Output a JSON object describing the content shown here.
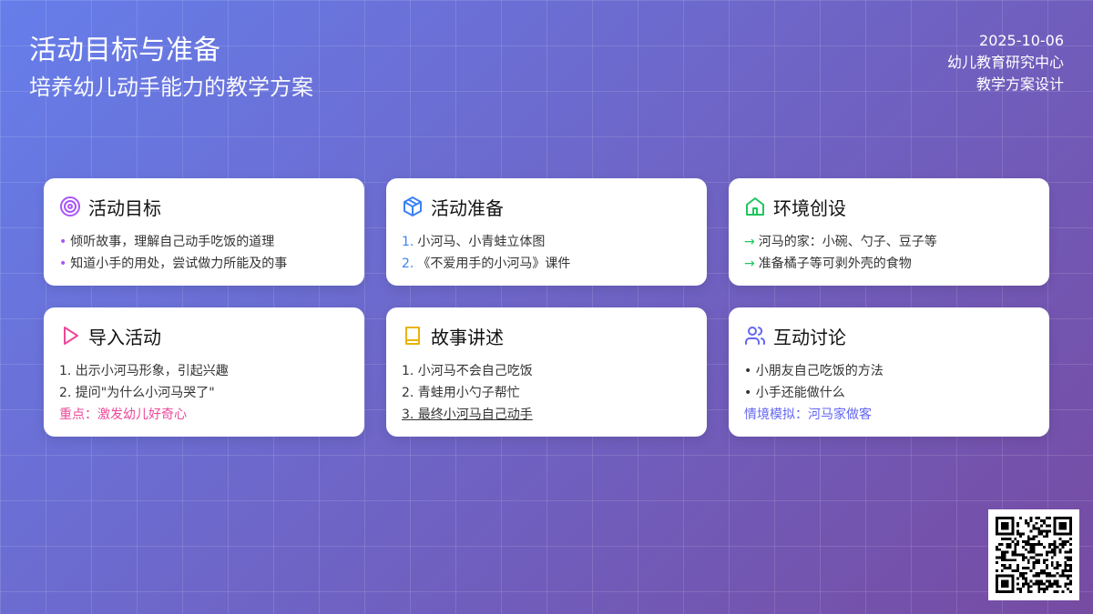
{
  "header": {
    "title": "活动目标与准备",
    "subtitle": "培养幼儿动手能力的教学方案",
    "date": "2025-10-06",
    "org": "幼儿教育研究中心",
    "type": "教学方案设计"
  },
  "colors": {
    "purple": "#a855f7",
    "blue": "#3b82f6",
    "green": "#22c55e",
    "pink": "#ec4899",
    "yellow": "#eab308",
    "indigo": "#6366f1"
  },
  "cards": [
    {
      "title": "活动目标",
      "icon": "target-icon",
      "items": [
        {
          "marker": "•",
          "text": "倾听故事，理解自己动手吃饭的道理"
        },
        {
          "marker": "•",
          "text": "知道小手的用处，尝试做力所能及的事"
        }
      ]
    },
    {
      "title": "活动准备",
      "icon": "box-icon",
      "items": [
        {
          "marker": "1.",
          "text": "小河马、小青蛙立体图"
        },
        {
          "marker": "2.",
          "text": "《不爱用手的小河马》课件"
        }
      ]
    },
    {
      "title": "环境创设",
      "icon": "home-icon",
      "items": [
        {
          "marker": "→",
          "text": "河马的家：小碗、勺子、豆子等"
        },
        {
          "marker": "→",
          "text": "准备橘子等可剥外壳的食物"
        }
      ]
    },
    {
      "title": "导入活动",
      "icon": "play-icon",
      "items": [
        {
          "text": "1. 出示小河马形象，引起兴趣"
        },
        {
          "text": "2. 提问\"为什么小河马哭了\""
        }
      ],
      "note": "重点：激发幼儿好奇心"
    },
    {
      "title": "故事讲述",
      "icon": "book-icon",
      "items": [
        {
          "text": "1. 小河马不会自己吃饭"
        },
        {
          "text": "2. 青蛙用小勺子帮忙"
        },
        {
          "text": "3. 最终小河马自己动手"
        }
      ]
    },
    {
      "title": "互动讨论",
      "icon": "users-icon",
      "items": [
        {
          "text": "• 小朋友自己吃饭的方法"
        },
        {
          "text": "• 小手还能做什么"
        }
      ],
      "note": "情境模拟：河马家做客"
    }
  ]
}
